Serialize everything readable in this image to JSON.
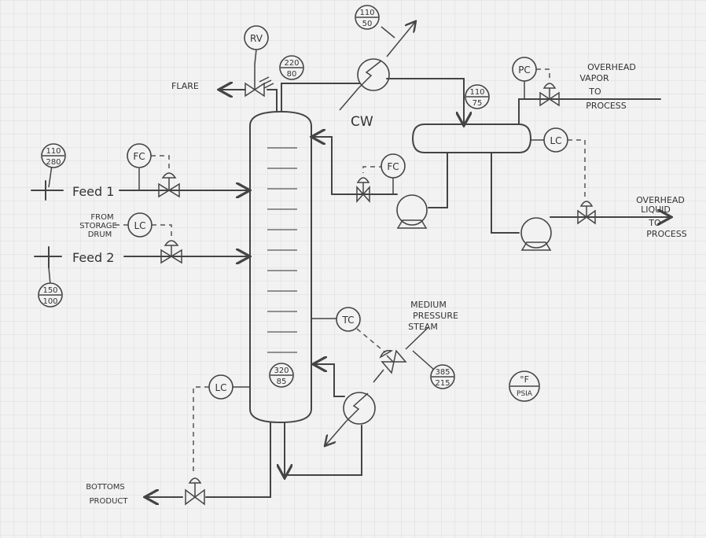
{
  "instruments": {
    "rv": "RV",
    "fc1": "FC",
    "fc2": "FC",
    "lc_feed2": "LC",
    "lc_drum": "LC",
    "lc_bottom": "LC",
    "pc": "PC",
    "tc": "TC"
  },
  "conditions": {
    "feed1": {
      "top": "110",
      "bottom": "280"
    },
    "feed2": {
      "top": "150",
      "bottom": "100"
    },
    "column_top": {
      "top": "220",
      "bottom": "80"
    },
    "column_bottom": {
      "top": "320",
      "bottom": "85"
    },
    "condenser_cw": {
      "top": "110",
      "bottom": "50"
    },
    "drum_inlet": {
      "top": "110",
      "bottom": "75"
    },
    "steam": {
      "top": "385",
      "bottom": "215"
    },
    "legend": {
      "top": "°F",
      "bottom": "PSIA"
    }
  },
  "streams": {
    "feed1": "Feed 1",
    "feed2": "Feed 2",
    "from_storage": [
      "FROM",
      "STORAGE",
      "DRUM"
    ],
    "flare": "FLARE",
    "cw": "CW",
    "overhead_vapor": [
      "OVERHEAD",
      "VAPOR",
      "TO",
      "PROCESS"
    ],
    "overhead_liquid": [
      "OVERHEAD",
      "LIQUID",
      "TO",
      "PROCESS"
    ],
    "steam": [
      "MEDIUM",
      "PRESSURE",
      "STEAM"
    ],
    "bottoms": [
      "BOTTOMS",
      "PRODUCT"
    ]
  }
}
